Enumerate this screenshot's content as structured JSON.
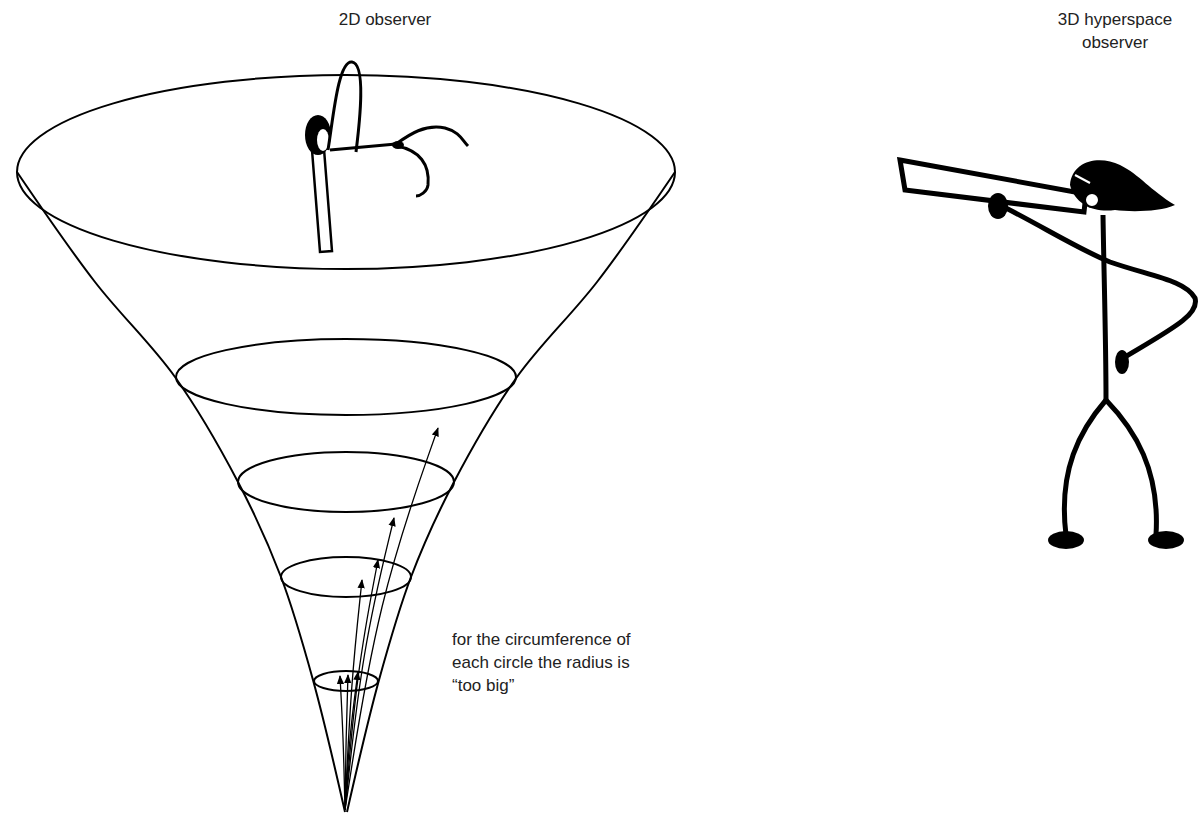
{
  "diagram": {
    "labels": [
      "2D observer",
      "3D hyperspace observer",
      "for the circumference of each circle the radius is “too big”"
    ]
  }
}
